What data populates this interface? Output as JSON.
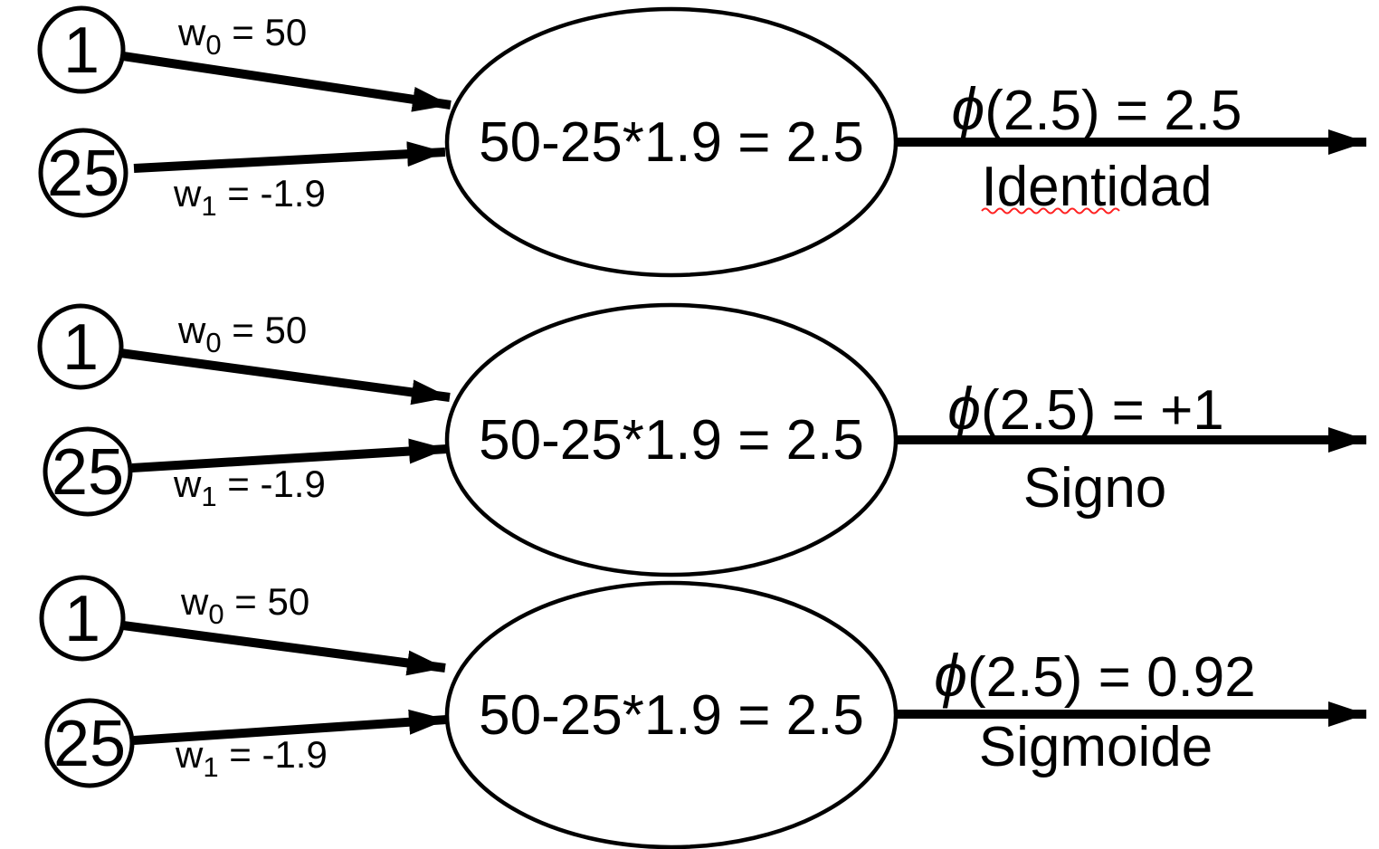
{
  "colors": {
    "ink": "#000000",
    "background": "#ffffff",
    "spellcheck_underline": "#ff2222"
  },
  "rows": [
    {
      "bias_node": "1",
      "input_node": "25",
      "weight0": {
        "base": "w",
        "sub": "0",
        "rest": " = 50"
      },
      "weight1": {
        "base": "w",
        "sub": "1",
        "rest": " = -1.9"
      },
      "net_input": "50-25*1.9 = 2.5",
      "output_phi_symbol": "ϕ",
      "output_rest": "(2.5) = 2.5",
      "activation_name": "Identidad",
      "spellcheck_underline": true
    },
    {
      "bias_node": "1",
      "input_node": "25",
      "weight0": {
        "base": "w",
        "sub": "0",
        "rest": " = 50"
      },
      "weight1": {
        "base": "w",
        "sub": "1",
        "rest": " = -1.9"
      },
      "net_input": "50-25*1.9 = 2.5",
      "output_phi_symbol": "ϕ",
      "output_rest": "(2.5) = +1",
      "activation_name": "Signo",
      "spellcheck_underline": false
    },
    {
      "bias_node": "1",
      "input_node": "25",
      "weight0": {
        "base": "w",
        "sub": "0",
        "rest": " = 50"
      },
      "weight1": {
        "base": "w",
        "sub": "1",
        "rest": " = -1.9"
      },
      "net_input": "50-25*1.9 = 2.5",
      "output_phi_symbol": "ϕ",
      "output_rest": "(2.5) = 0.92",
      "activation_name": "Sigmoide",
      "spellcheck_underline": false
    }
  ]
}
